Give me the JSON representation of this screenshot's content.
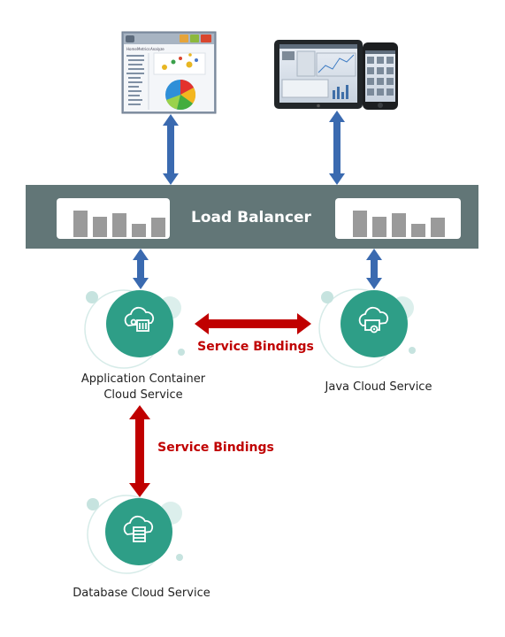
{
  "load_balancer": {
    "label": "Load Balancer"
  },
  "services": {
    "app_container": {
      "line1": "Application Container",
      "line2": "Cloud Service"
    },
    "java": {
      "label": "Java Cloud Service"
    },
    "database": {
      "label": "Database Cloud Service"
    }
  },
  "bindings": {
    "horizontal_label": "Service Bindings",
    "vertical_label": "Service Bindings"
  },
  "desktop_app": {
    "menu_items": [
      "Home",
      "Metrics",
      "Analyze"
    ]
  },
  "colors": {
    "balancer": "#627677",
    "balancer_panel": "#ffffff",
    "bar": "#9a9a9a",
    "blue_arrow": "#3a6ab0",
    "red_arrow": "#c00000",
    "service_circle": "#2e9e87",
    "ring": "#c6e3df"
  },
  "icons": {
    "app_container": "cloud-container-icon",
    "java": "cloud-monitor-gear-icon",
    "database": "cloud-database-icon"
  }
}
